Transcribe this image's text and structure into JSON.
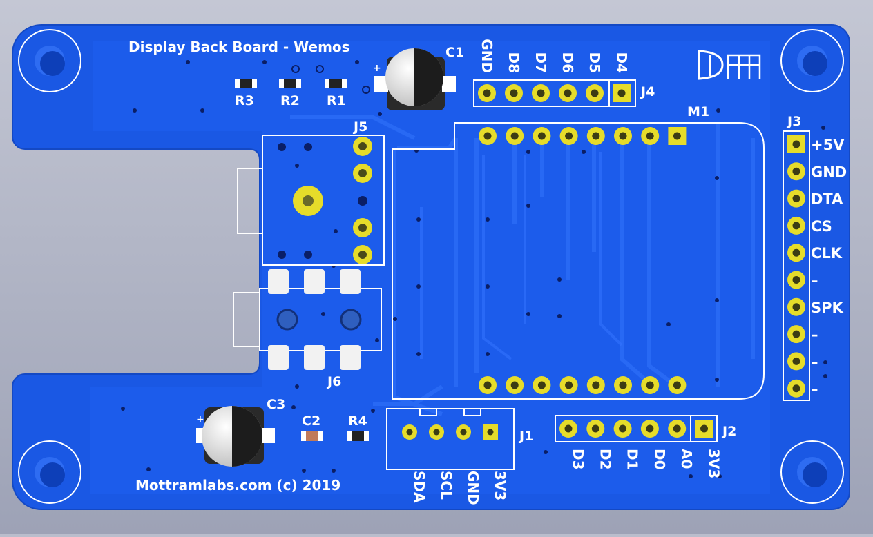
{
  "board": {
    "title": "Display Back Board - Wemos",
    "footer": "Mottramlabs.com (c) 2019",
    "logo": "DM"
  },
  "components": {
    "r1": "R1",
    "r2": "R2",
    "r3": "R3",
    "r4": "R4",
    "c1": "C1",
    "c2": "C2",
    "c3": "C3",
    "j1": "J1",
    "j2": "J2",
    "j3": "J3",
    "j4": "J4",
    "j5": "J5",
    "j6": "J6",
    "m1": "M1"
  },
  "pins": {
    "j4": [
      "GND",
      "D8",
      "D7",
      "D6",
      "D5",
      "D4"
    ],
    "j3": [
      "+5V",
      "GND",
      "DTA",
      "CS",
      "CLK",
      "–",
      "SPK",
      "–",
      "–",
      "–"
    ],
    "j2": [
      "D3",
      "D2",
      "D1",
      "D0",
      "A0",
      "3V3"
    ],
    "j1": [
      "SDA",
      "SCL",
      "GND",
      "3V3"
    ]
  },
  "colors": {
    "board": "#1a58e4",
    "background": "#b9bdcc",
    "pad": "#e6dc2a",
    "silkscreen": "#ffffff"
  }
}
